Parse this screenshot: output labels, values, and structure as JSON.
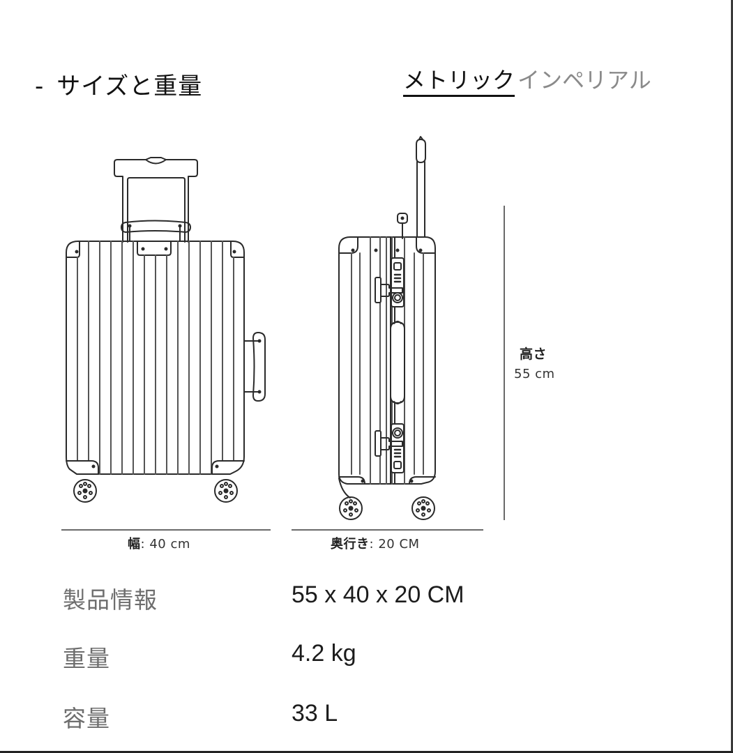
{
  "header": {
    "dash": "-",
    "title": "サイズと重量"
  },
  "unit_toggle": {
    "metric_label": "メトリック",
    "imperial_label": "インペリアル",
    "active": "metric"
  },
  "diagram": {
    "front_view_icon": "suitcase-front-icon",
    "side_view_icon": "suitcase-side-icon",
    "width": {
      "key": "幅",
      "sep": ":",
      "value": "40 cm"
    },
    "depth": {
      "key": "奥行き",
      "sep": ":",
      "value": "20 CM"
    },
    "height": {
      "key": "高さ",
      "value": "55 cm"
    }
  },
  "specs": [
    {
      "label": "製品情報",
      "value": "55 x 40 x 20 CM"
    },
    {
      "label": "重量",
      "value": "4.2 kg"
    },
    {
      "label": "容量",
      "value": "33 L"
    }
  ],
  "colors": {
    "text_primary": "#111111",
    "text_muted": "#6e6e6e",
    "inactive_toggle": "#8a8a8a",
    "line": "#333333"
  }
}
